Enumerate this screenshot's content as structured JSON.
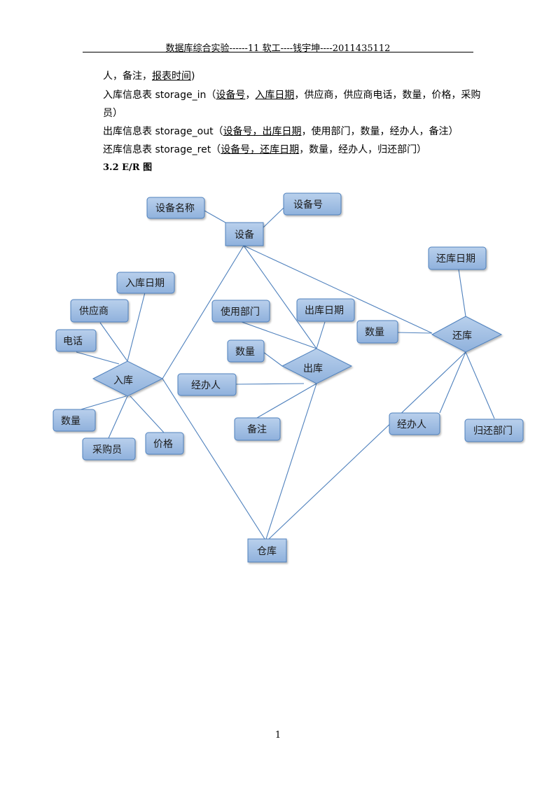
{
  "header": {
    "text": "数据库综合实验------11 软工----钱宇坤----2011435112"
  },
  "paragraphs": {
    "p1": {
      "lead": "人，备注，",
      "u1": "报表时间",
      "tail": ")"
    },
    "p2": {
      "lead": "入库信息表  storage_in（",
      "u1": "设备号",
      "m1": "，",
      "u2": "入库日期",
      "tail": "，供应商，供应商电话，数量，价格，采购"
    },
    "p2b": {
      "text": "员）"
    },
    "p3": {
      "lead": "出库信息表  storage_out（",
      "u1": "设备号，出库日期",
      "tail": "，使用部门，数量，经办人，备注）"
    },
    "p4": {
      "lead": "还库信息表  storage_ret（",
      "u1": "设备号，还库日期",
      "tail": "，数量，经办人，归还部门）"
    }
  },
  "section_title": "3.2  E/R 图",
  "diagram": {
    "entities": {
      "equipment": "设备",
      "warehouse": "仓库"
    },
    "relationships": {
      "storage_in": "入库",
      "storage_out": "出库",
      "storage_ret": "还库"
    },
    "attributes": {
      "equip_name": "设备名称",
      "equip_no": "设备号",
      "in_date": "入库日期",
      "supplier": "供应商",
      "phone": "电话",
      "in_qty": "数量",
      "buyer": "采购员",
      "price": "价格",
      "dept_use": "使用部门",
      "out_date": "出库日期",
      "out_qty": "数量",
      "out_handler": "经办人",
      "note": "备注",
      "ret_date": "还库日期",
      "ret_qty": "数量",
      "ret_handler": "经办人",
      "ret_dept": "归还部门"
    },
    "colors": {
      "fill": "#9bbbe0",
      "stroke": "#4f81bd",
      "line": "#4f81bd"
    }
  },
  "footer": {
    "page_number": "1"
  }
}
